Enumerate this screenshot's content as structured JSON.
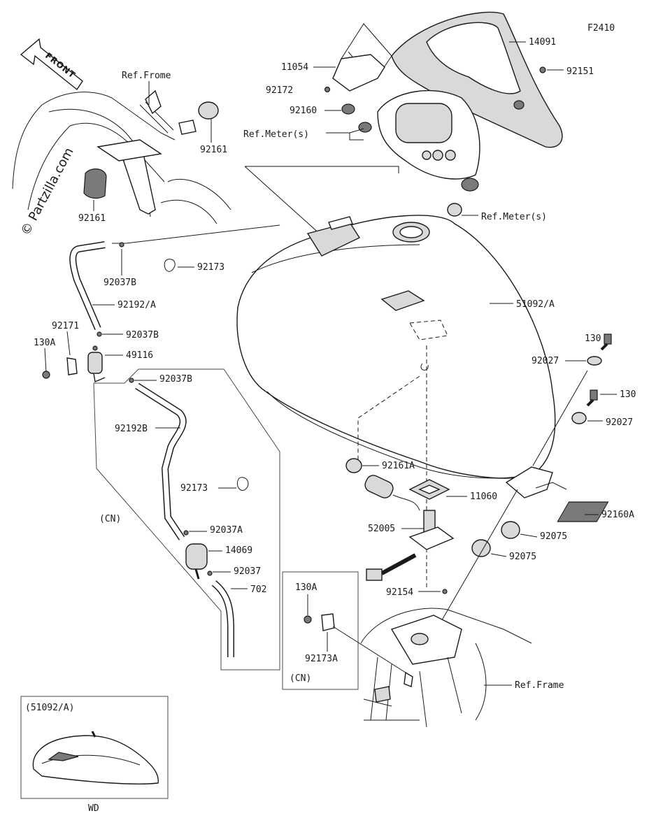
{
  "diagram": {
    "figure_code": "F2410",
    "watermark": "© Partzilla.com",
    "front_arrow_label": "FRONT",
    "labels": {
      "ref_frame_top": "Ref.Frome",
      "ref_frame_bottom": "Ref.Frame",
      "ref_meter_top": "Ref.Meter(s)",
      "ref_meter_mid": "Ref.Meter(s)",
      "p14091": "14091",
      "p11054": "11054",
      "p92151": "92151",
      "p92172": "92172",
      "p92160": "92160",
      "p92161_top": "92161",
      "p92161_bottom": "92161",
      "p92037B_1": "92037B",
      "p92037B_2": "92037B",
      "p92037B_3": "92037B",
      "p92173_1": "92173",
      "p92173_2": "92173",
      "p92192A": "92192/A",
      "p92171": "92171",
      "p130A_left": "130A",
      "p49116": "49116",
      "p92192B": "92192B",
      "p51092A": "51092/A",
      "p130_1": "130",
      "p130_2": "130",
      "p92027_1": "92027",
      "p92027_2": "92027",
      "p92161A": "92161A",
      "p11060": "11060",
      "p52005": "52005",
      "p92160A": "92160A",
      "p92075_1": "92075",
      "p92075_2": "92075",
      "p92037A": "92037A",
      "p14069": "14069",
      "p92037": "92037",
      "p702": "702",
      "p92154": "92154",
      "p130A_box": "130A",
      "p92173A": "92173A",
      "cn_1": "(CN)",
      "cn_2": "(CN)",
      "inset_title": "(51092/A)",
      "inset_caption": "WD"
    }
  }
}
